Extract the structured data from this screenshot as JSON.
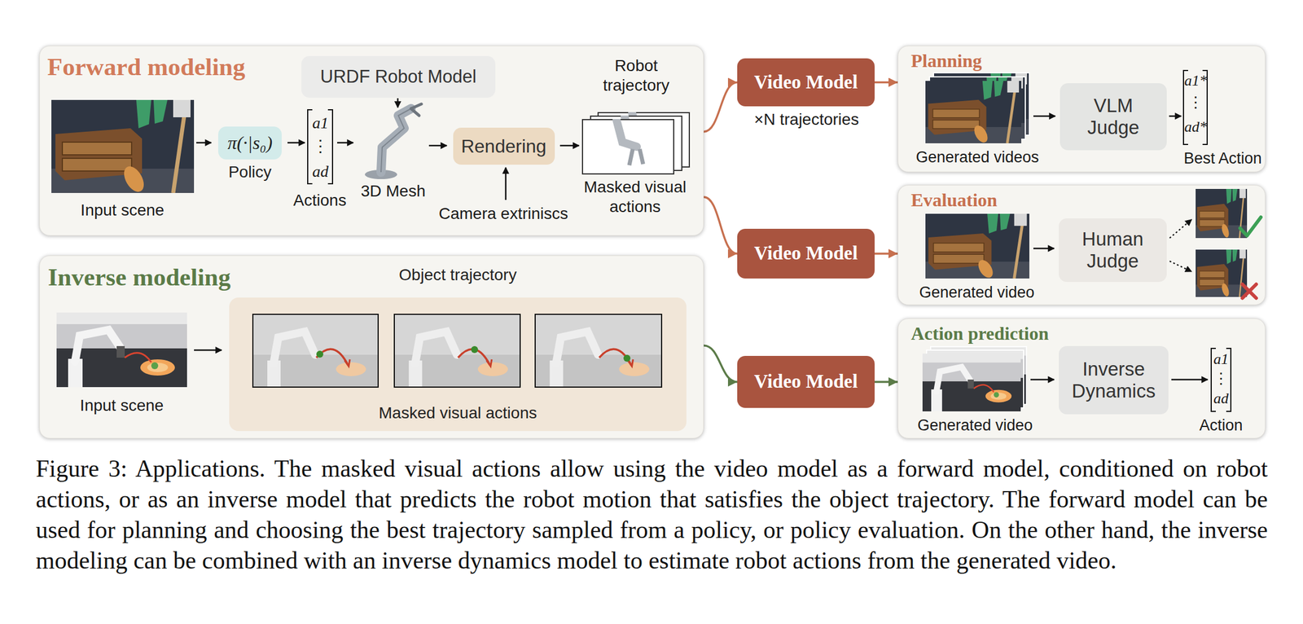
{
  "diagram": {
    "caption": "Figure 3: Applications. The masked visual actions allow using the video model as a forward model, conditioned on robot actions, or as an inverse model that predicts the robot motion that satisfies the object trajectory. The forward model can be used for planning and choosing the best trajectory sampled from a policy, or policy evaluation. On the other hand, the inverse modeling can be combined with an inverse dynamics model to estimate robot actions from the generated video.",
    "nodes": [
      {
        "text": [
          "Forward modeling"
        ]
      },
      {
        "text": [
          "π(·|s₀)",
          "Policy"
        ],
        "in": 0
      },
      {
        "text": [
          "URDF Robot Model"
        ],
        "in": 0
      },
      {
        "text": [
          "Rendering"
        ],
        "in": 0
      },
      {
        "text": [
          "Inverse modeling"
        ]
      },
      {
        "text": [
          "Object trajectory",
          "Masked visual actions"
        ],
        "in": 4
      },
      {
        "text": [
          "Video Model"
        ]
      },
      {
        "text": [
          "Video Model"
        ]
      },
      {
        "text": [
          "Video Model"
        ]
      },
      {
        "text": [
          "Planning"
        ]
      },
      {
        "text": [
          "VLM Judge"
        ],
        "in": 9
      },
      {
        "text": [
          "Evaluation"
        ]
      },
      {
        "text": [
          "Human Judge"
        ],
        "in": 11
      },
      {
        "text": [
          "Action prediction"
        ]
      },
      {
        "text": [
          "Inverse Dynamics"
        ],
        "in": 13
      }
    ],
    "edges": [
      {
        "from": 0,
        "to": 6,
        "arrow": "to"
      },
      {
        "from": 0,
        "to": 7,
        "arrow": "to"
      },
      {
        "from": 4,
        "to": 8,
        "arrow": "to"
      },
      {
        "from": 6,
        "to": 9,
        "arrow": "to"
      },
      {
        "from": 7,
        "to": 11,
        "arrow": "to"
      },
      {
        "from": 8,
        "to": 13,
        "arrow": "to"
      }
    ],
    "labels": [
      "Input scene",
      "a1",
      "⋮",
      "ad",
      "Actions",
      "3D Mesh",
      "Camera extriniscs",
      "Robot trajectory",
      "Masked visual actions",
      "×N trajectories",
      "Input scene",
      "Generated videos",
      "a1*",
      "⋮",
      "ad*",
      "Best Action",
      "Generated video",
      "Generated video",
      "a1",
      "⋮",
      "ad",
      "Action"
    ]
  }
}
